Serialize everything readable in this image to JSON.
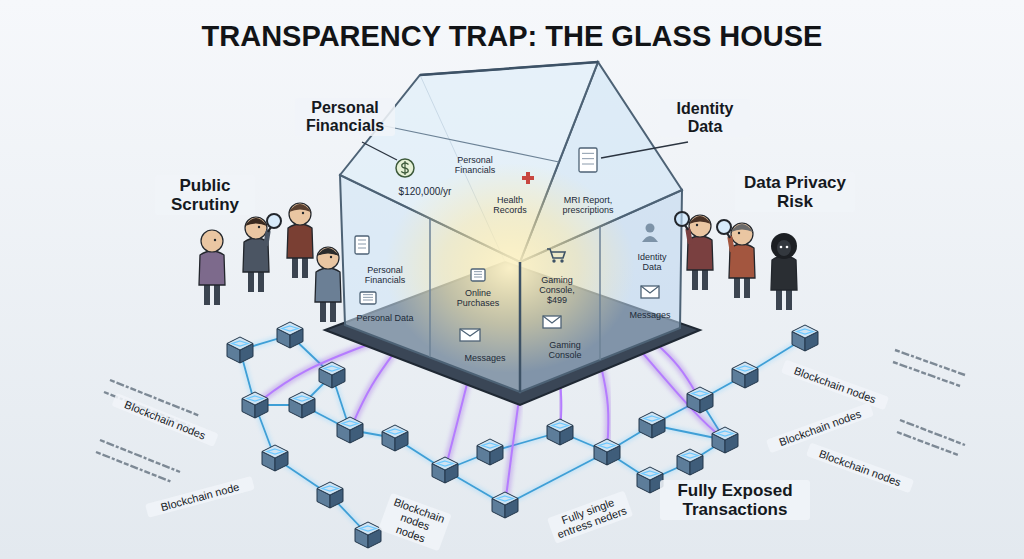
{
  "diagram": {
    "title": "TRANSPARENCY TRAP: THE GLASS HOUSE",
    "labels": [
      "Public Scrutiny",
      "Personal Financials",
      "Identity Data",
      "Data Privacy Risk",
      "$120,000/yr",
      "Personal Financials",
      "Health Records",
      "MRI Report, prescriptions",
      "Personal Financials",
      "Personal Data",
      "Online Purchases",
      "Messages",
      "Gaming Console, $499",
      "Gaming Console",
      "Identity Data",
      "Messages",
      "Blockchain nodes",
      "Blockchain node",
      "Blockchain nodes nodes",
      "Fully single entress neders",
      "Blockchain nodes",
      "Blockchain nodes",
      "Blockchain nodes",
      "Fully Exposed Transactions"
    ]
  }
}
